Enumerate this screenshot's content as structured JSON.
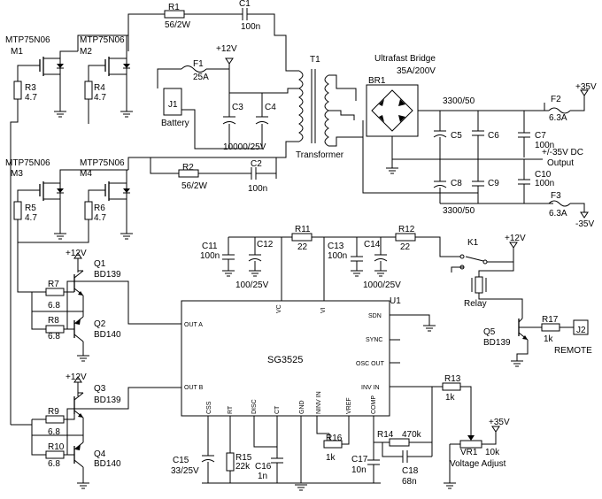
{
  "labels": {
    "r1": "R1",
    "r1v": "56/2W",
    "c1": "C1",
    "c1v": "100n",
    "m1": "MTP75N06",
    "m1n": "M1",
    "m2": "MTP75N06",
    "m2n": "M2",
    "m3": "MTP75N06",
    "m3n": "M3",
    "m4": "MTP75N06",
    "m4n": "M4",
    "r3": "R3",
    "r3v": "4.7",
    "r4": "R4",
    "r4v": "4.7",
    "r5": "R5",
    "r5v": "4.7",
    "r6": "R6",
    "r6v": "4.7",
    "plus12a": "+12V",
    "f1": "F1",
    "f1v": "25A",
    "j1": "J1",
    "battery": "Battery",
    "c3": "C3",
    "c4": "C4",
    "c34v": "10000/25V",
    "t1": "T1",
    "transformer": "Transformer",
    "bridge1": "Ultrafast Bridge",
    "bridge2": "35A/200V",
    "br1": "BR1",
    "cap3300a": "3300/50",
    "c5": "C5",
    "c6": "C6",
    "c7": "C7",
    "c7v": "100n",
    "out1": "+/-35V DC",
    "out2": "Output",
    "c10": "C10",
    "c10v": "100n",
    "c8": "C8",
    "c9": "C9",
    "cap3300b": "3300/50",
    "f2": "F2",
    "f2v": "6.3A",
    "f3": "F3",
    "f3v": "6.3A",
    "p35": "+35V",
    "m35": "-35V",
    "r2": "R2",
    "r2v": "56/2W",
    "c2": "C2",
    "c2v": "100n",
    "c11": "C11",
    "c11v": "100n",
    "c12": "C12",
    "c1213v": "100/25V",
    "r11": "R11",
    "r11v": "22",
    "c13": "C13",
    "c13v": "100n",
    "c14": "C14",
    "c14v": "1000/25V",
    "r12": "R12",
    "r12v": "22",
    "k1": "K1",
    "plus12k": "+12V",
    "relay": "Relay",
    "q5": "Q5",
    "q5v": "BD139",
    "r17": "R17",
    "r17v": "1k",
    "j2": "J2",
    "remote": "REMOTE",
    "plus12q1": "+12V",
    "q1": "Q1",
    "q1v": "BD139",
    "r7": "R7",
    "r7v": "6.8",
    "r8": "R8",
    "r8v": "6.8",
    "q2": "Q2",
    "q2v": "BD140",
    "plus12q3": "+12V",
    "q3": "Q3",
    "q3v": "BD139",
    "r9": "R9",
    "r9v": "6.8",
    "r10": "R10",
    "r10v": "6.8",
    "q4": "Q4",
    "q4v": "BD140",
    "u1": "U1",
    "ic": "SG3525",
    "vc": "VC",
    "vi": "VI",
    "sdn": "SDN",
    "sync": "SYNC",
    "oscout": "OSC OUT",
    "invin": "INV IN",
    "outa": "OUT A",
    "outb": "OUT B",
    "css": "CSS",
    "rt": "RT",
    "disc": "DISC",
    "ct": "CT",
    "gnd": "GND",
    "ninvin": "NINV IN",
    "vref": "VREF",
    "comp": "COMP",
    "c15": "C15",
    "c15v": "33/25V",
    "r15": "R15",
    "r15v": "22k",
    "c16": "C16",
    "c16v": "1n",
    "r16": "R16",
    "r16v": "1k",
    "c17": "C17",
    "c17v": "10n",
    "r14": "R14",
    "r14v": "470k",
    "c18": "C18",
    "c18v": "68n",
    "r13": "R13",
    "r13v": "1k",
    "p35b": "+35V",
    "vr1": "VR1",
    "vr1v": "10k",
    "vadj": "Voltage Adjust"
  }
}
